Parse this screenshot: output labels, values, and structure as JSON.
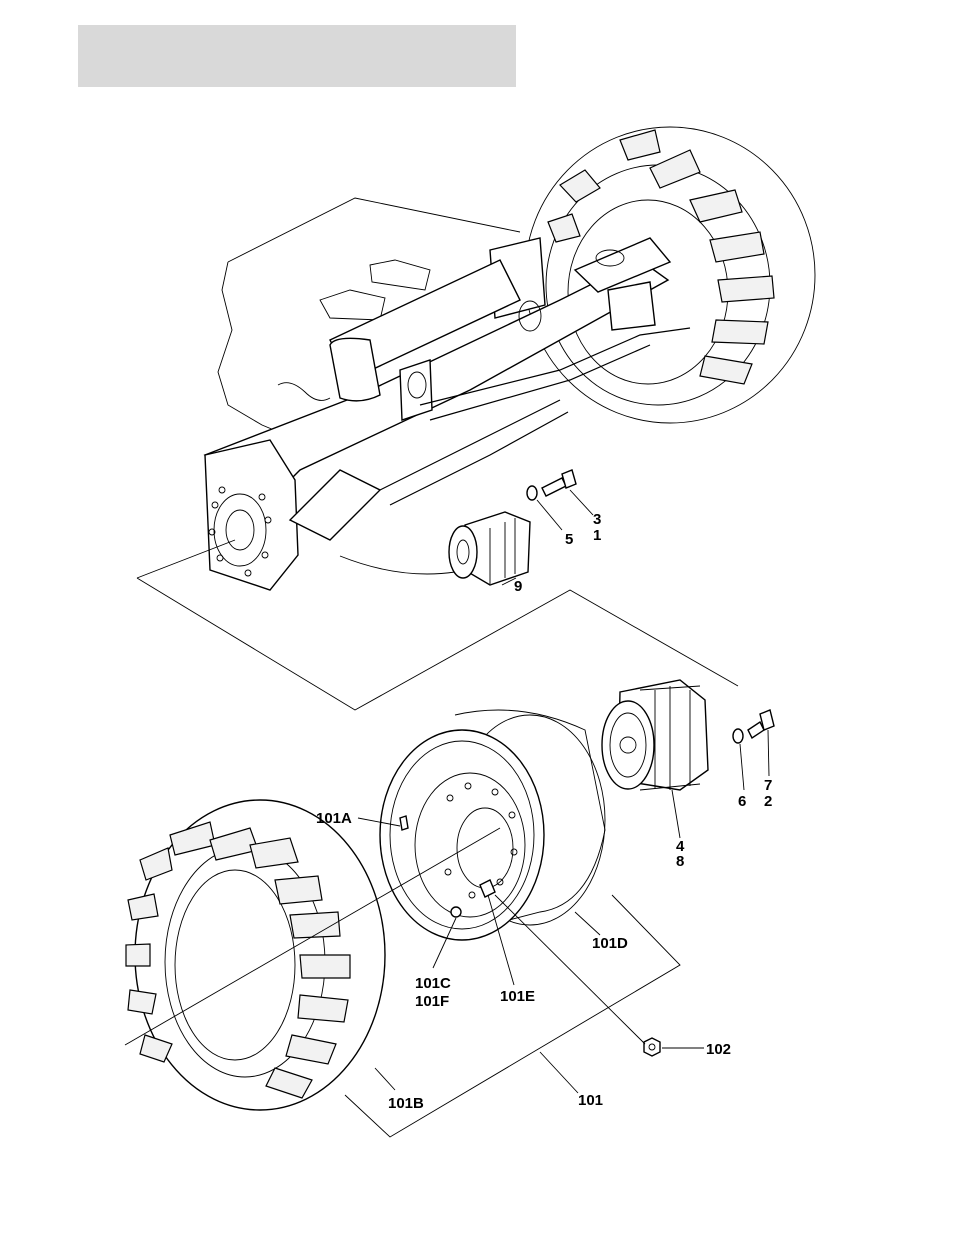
{
  "header": {
    "title": ""
  },
  "callouts": {
    "c3": "3",
    "c1": "1",
    "c5": "5",
    "c9": "9",
    "c7": "7",
    "c2": "2",
    "c6": "6",
    "c4": "4",
    "c8": "8",
    "c101A": "101A",
    "c101D": "101D",
    "c101C": "101C",
    "c101F": "101F",
    "c101E": "101E",
    "c102": "102",
    "c101B": "101B",
    "c101": "101"
  },
  "colors": {
    "title_bar": "#d9d9d9",
    "line": "#000000",
    "paper": "#ffffff"
  }
}
